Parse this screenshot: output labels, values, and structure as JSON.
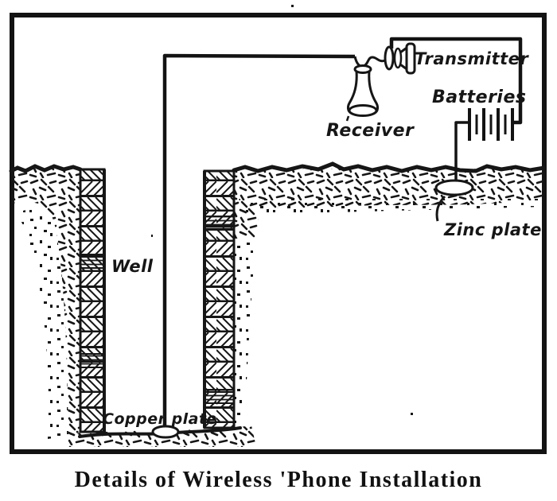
{
  "figure": {
    "caption": "Details of Wireless 'Phone Installation",
    "labels": {
      "transmitter": "Transmitter",
      "batteries": "Batteries",
      "receiver": "Receiver",
      "zinc_plate": "Zinc plate",
      "well": "Well",
      "copper_plate": "Copper plate"
    },
    "colors": {
      "ink": "#161616",
      "paper": "#ffffff"
    }
  }
}
